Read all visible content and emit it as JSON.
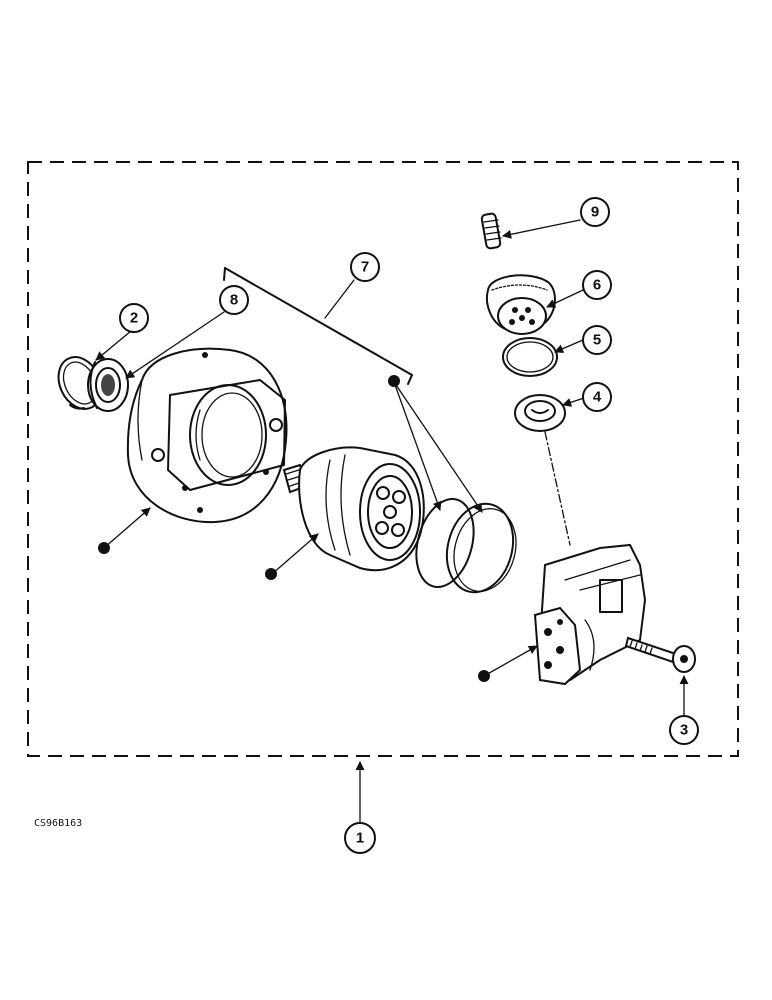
{
  "drawing_code": "CS96B163",
  "callouts": {
    "c1": "1",
    "c2": "2",
    "c3": "3",
    "c4": "4",
    "c5": "5",
    "c6": "6",
    "c7": "7",
    "c8": "8",
    "c9": "9"
  }
}
